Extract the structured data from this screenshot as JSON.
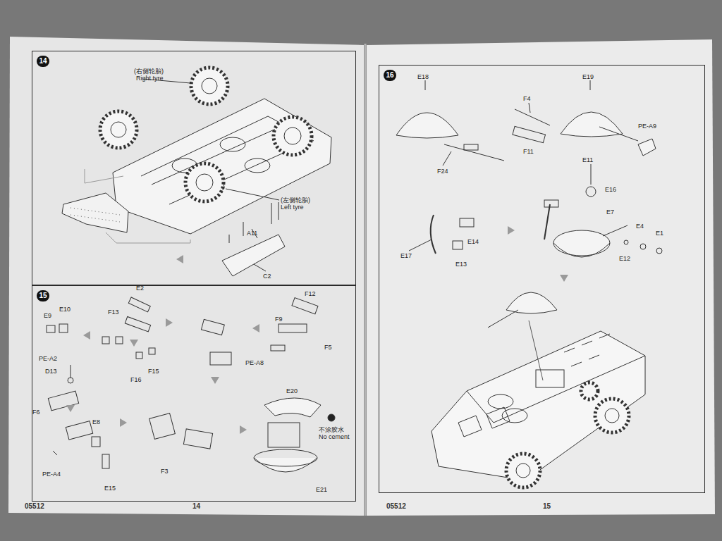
{
  "diagram": {
    "nodes": [
      {
        "text": [
          "14"
        ]
      },
      {
        "text": [
          "15"
        ]
      },
      {
        "text": [
          "16"
        ]
      }
    ],
    "labels": [
      "(右侧轮胎)",
      "Right tyre",
      "(左侧轮胎)",
      "Left tyre",
      "A11",
      "C2",
      "E2",
      "F12",
      "E9",
      "E10",
      "F13",
      "F9",
      "F5",
      "PE-A8",
      "F15",
      "F16",
      "PE-A2",
      "D13",
      "F6",
      "E8",
      "PE-A4",
      "E15",
      "F3",
      "E20",
      "不涂胶水",
      "No cement",
      "E21",
      "E18",
      "F4",
      "E19",
      "PE-A9",
      "F11",
      "F24",
      "E11",
      "E16",
      "E7",
      "E4",
      "E1",
      "E17",
      "E14",
      "E13",
      "E12",
      "05512",
      "14",
      "05512",
      "15"
    ]
  }
}
